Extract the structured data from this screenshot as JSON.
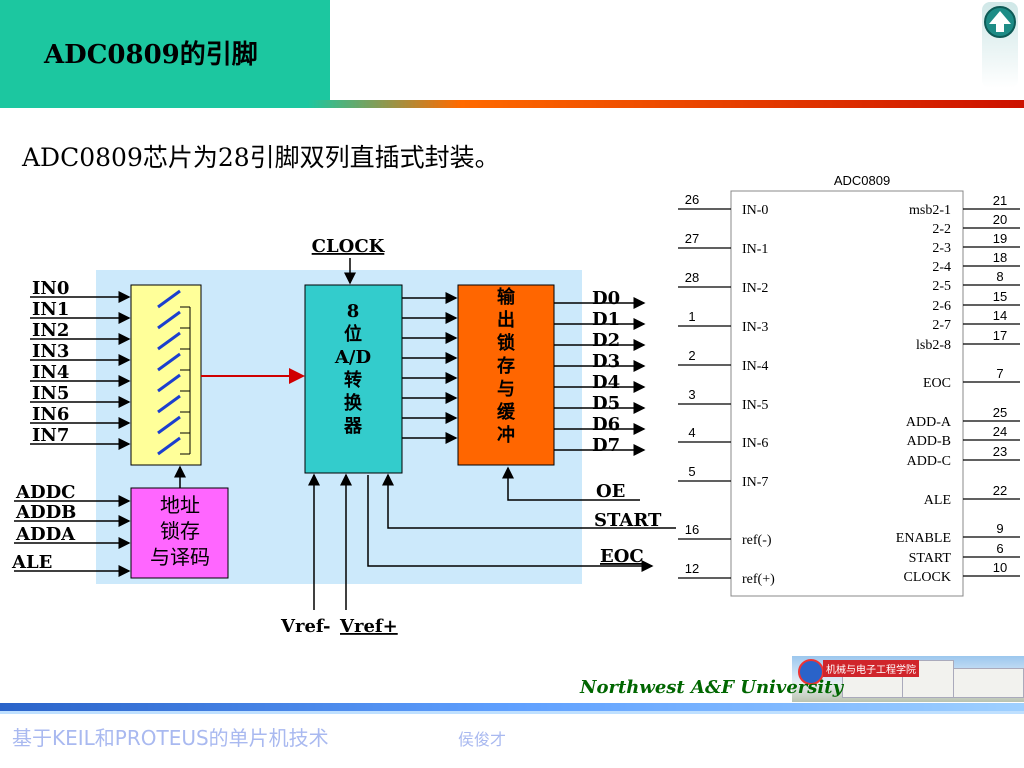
{
  "header": {
    "title": "ADC0809的引脚"
  },
  "subtitle": "ADC0809芯片为28引脚双列直插式封装。",
  "block": {
    "clock": "CLOCK",
    "inputs": [
      "IN0",
      "IN1",
      "IN2",
      "IN3",
      "IN4",
      "IN5",
      "IN6",
      "IN7"
    ],
    "addr_inputs": [
      "ADDC",
      "ADDB",
      "ADDA",
      "ALE"
    ],
    "adc_box": [
      "8",
      "位",
      "A/D",
      "转",
      "换",
      "器"
    ],
    "latch_box": [
      "输",
      "出",
      "锁",
      "存",
      "与",
      "缓",
      "冲"
    ],
    "addr_box": [
      "地址",
      "锁存",
      "与译码"
    ],
    "outputs": [
      "D0",
      "D1",
      "D2",
      "D3",
      "D4",
      "D5",
      "D6",
      "D7"
    ],
    "oe": "OE",
    "start": "START",
    "eoc": "EOC",
    "vref_minus": "Vref-",
    "vref_plus": "Vref+"
  },
  "chip": {
    "name": "ADC0809",
    "left_pins": [
      {
        "num": "26",
        "name": "IN-0"
      },
      {
        "num": "27",
        "name": "IN-1"
      },
      {
        "num": "28",
        "name": "IN-2"
      },
      {
        "num": "1",
        "name": "IN-3"
      },
      {
        "num": "2",
        "name": "IN-4"
      },
      {
        "num": "3",
        "name": "IN-5"
      },
      {
        "num": "4",
        "name": "IN-6"
      },
      {
        "num": "5",
        "name": "IN-7"
      },
      {
        "num": "16",
        "name": "ref(-)"
      },
      {
        "num": "12",
        "name": "ref(+)"
      }
    ],
    "right_pins": [
      {
        "num": "21",
        "name": "msb2-1"
      },
      {
        "num": "20",
        "name": "2-2"
      },
      {
        "num": "19",
        "name": "2-3"
      },
      {
        "num": "18",
        "name": "2-4"
      },
      {
        "num": "8",
        "name": "2-5"
      },
      {
        "num": "15",
        "name": "2-6"
      },
      {
        "num": "14",
        "name": "2-7"
      },
      {
        "num": "17",
        "name": "lsb2-8"
      },
      {
        "num": "7",
        "name": "EOC"
      },
      {
        "num": "25",
        "name": "ADD-A"
      },
      {
        "num": "24",
        "name": "ADD-B"
      },
      {
        "num": "23",
        "name": "ADD-C"
      },
      {
        "num": "22",
        "name": "ALE"
      },
      {
        "num": "9",
        "name": "ENABLE"
      },
      {
        "num": "6",
        "name": "START"
      },
      {
        "num": "10",
        "name": "CLOCK"
      }
    ]
  },
  "footer": {
    "university": "Northwest  A&F  University",
    "course": "基于KEIL和PROTEUS的单片机技术",
    "author": "侯俊才",
    "campus_caption": "机械与电子工程学院"
  }
}
